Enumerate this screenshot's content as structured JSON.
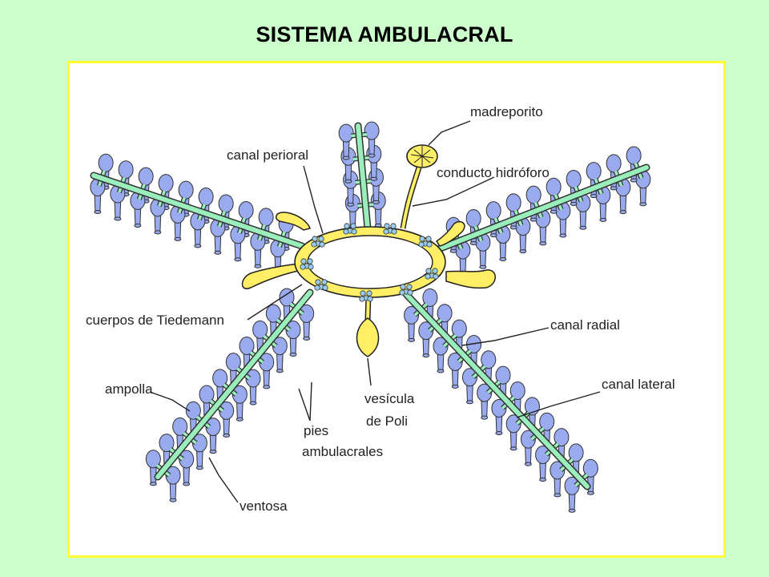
{
  "title": "SISTEMA AMBULACRAL",
  "labels": {
    "madreporito": "madreporito",
    "conducto_hidroforo": "conducto hidróforo",
    "canal_perioral": "canal perioral",
    "cuerpos_tiedemann": "cuerpos de Tiedemann",
    "canal_radial": "canal radial",
    "canal_lateral": "canal lateral",
    "ampolla": "ampolla",
    "vesicula_line1": "vesícula",
    "vesicula_line2": "de Poli",
    "pies_line1": "pies",
    "pies_line2": "ambulacrales",
    "ventosa": "ventosa"
  },
  "colors": {
    "background": "#ccffcc",
    "panel_border": "#ffff33",
    "canal": "#99eebb",
    "tube_foot": "#99aaee",
    "ring": "#ffee66",
    "tiedemann": "#99ccee"
  }
}
